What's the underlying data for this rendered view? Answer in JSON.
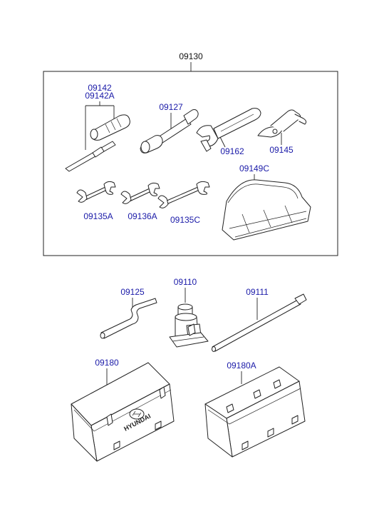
{
  "kit": {
    "number": "09130",
    "parts": [
      {
        "id": "09142",
        "label": "09142"
      },
      {
        "id": "09142A",
        "label": "09142A"
      },
      {
        "id": "09127",
        "label": "09127"
      },
      {
        "id": "09162",
        "label": "09162"
      },
      {
        "id": "09145",
        "label": "09145"
      },
      {
        "id": "09149C",
        "label": "09149C"
      },
      {
        "id": "09135A",
        "label": "09135A"
      },
      {
        "id": "09136A",
        "label": "09136A"
      },
      {
        "id": "09135C",
        "label": "09135C"
      }
    ]
  },
  "loose_parts": [
    {
      "id": "09125",
      "label": "09125"
    },
    {
      "id": "09110",
      "label": "09110"
    },
    {
      "id": "09111",
      "label": "09111"
    },
    {
      "id": "09180",
      "label": "09180"
    },
    {
      "id": "09180A",
      "label": "09180A"
    }
  ],
  "box_logo_text": "HYUNDAI",
  "colors": {
    "part_number": "#1a1aa8",
    "line": "#222222",
    "background": "#ffffff"
  }
}
